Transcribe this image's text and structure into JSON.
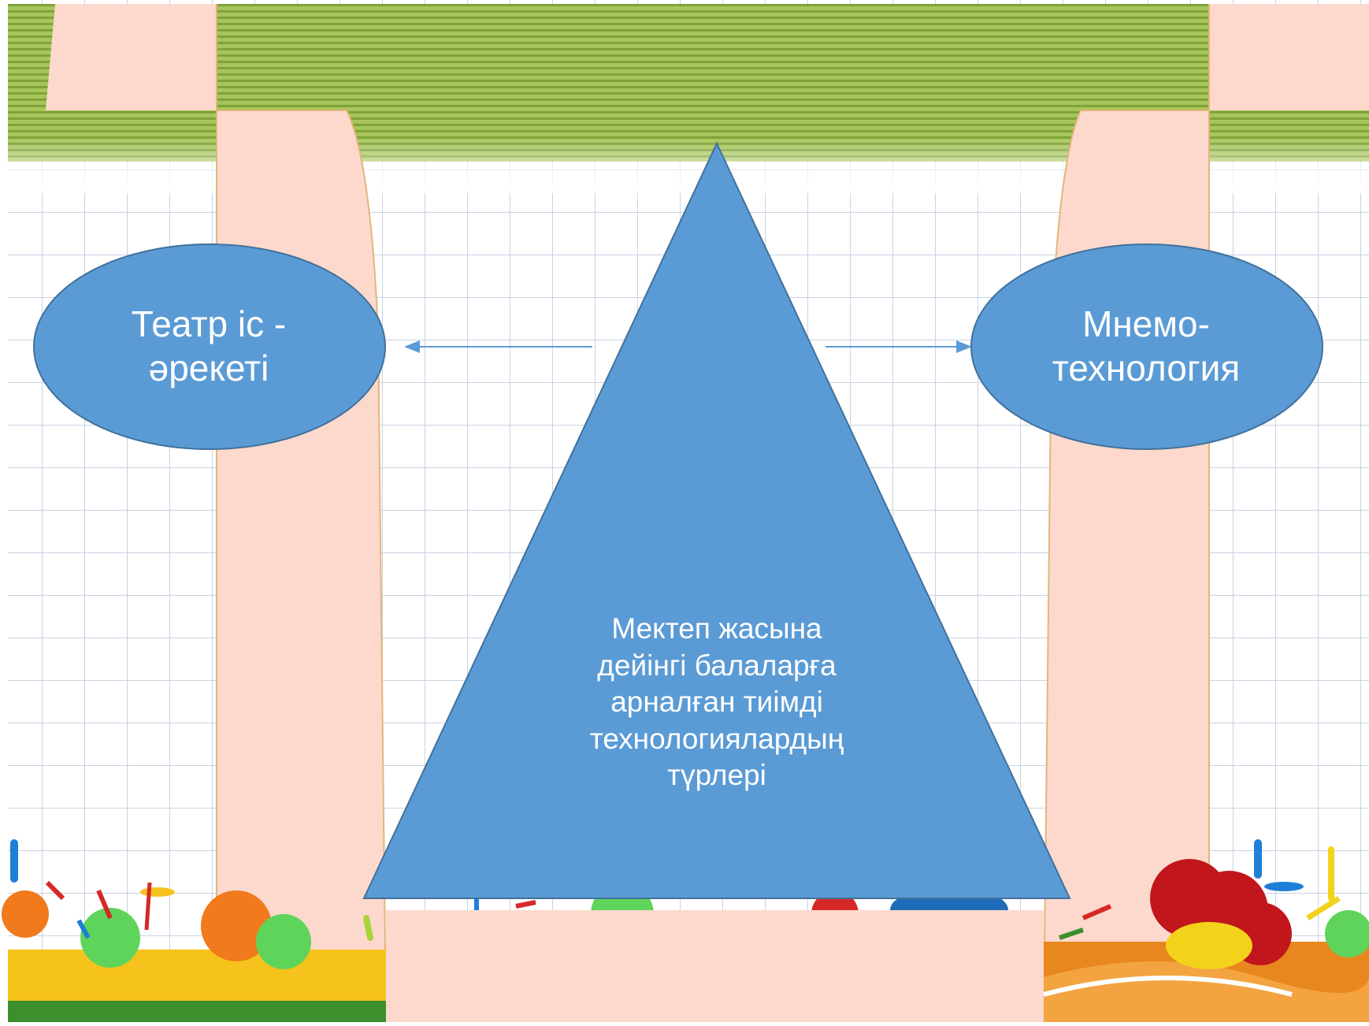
{
  "diagram": {
    "center": {
      "lines": [
        "Мектеп жасына",
        "дейінгі балаларға",
        "арналған тиімді",
        "технологиялардың",
        "түрлері"
      ]
    },
    "left": {
      "lines": [
        "Театр  іс -",
        "әрекеті"
      ]
    },
    "right": {
      "lines": [
        "Мнемо-",
        "технология"
      ]
    },
    "colors": {
      "shape_fill": "#5b9bd5",
      "shape_stroke": "#41719c",
      "arrow": "#5b9bd5",
      "column": "#fdd9cd",
      "band": "#9cbe4a",
      "grid": "#c9d3e2"
    }
  }
}
